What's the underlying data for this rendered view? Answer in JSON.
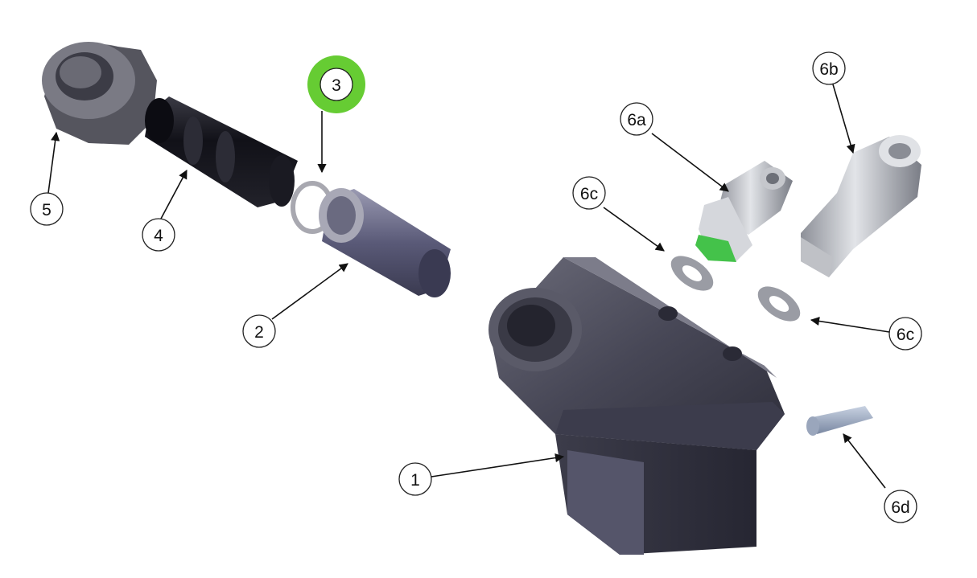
{
  "callouts": [
    {
      "id": "c1",
      "label": "1"
    },
    {
      "id": "c2",
      "label": "2"
    },
    {
      "id": "c3",
      "label": "3",
      "highlight": true
    },
    {
      "id": "c4",
      "label": "4"
    },
    {
      "id": "c5",
      "label": "5"
    },
    {
      "id": "c6a",
      "label": "6a"
    },
    {
      "id": "c6b",
      "label": "6b"
    },
    {
      "id": "c6c1",
      "label": "6c"
    },
    {
      "id": "c6c2",
      "label": "6c"
    },
    {
      "id": "c6d",
      "label": "6d"
    }
  ],
  "colors": {
    "highlight": "#66cc33",
    "body_dark": "#4a4a5a",
    "metal": "#b5b8c0",
    "black_part": "#1a1a22",
    "green_seal": "#44c24a"
  }
}
